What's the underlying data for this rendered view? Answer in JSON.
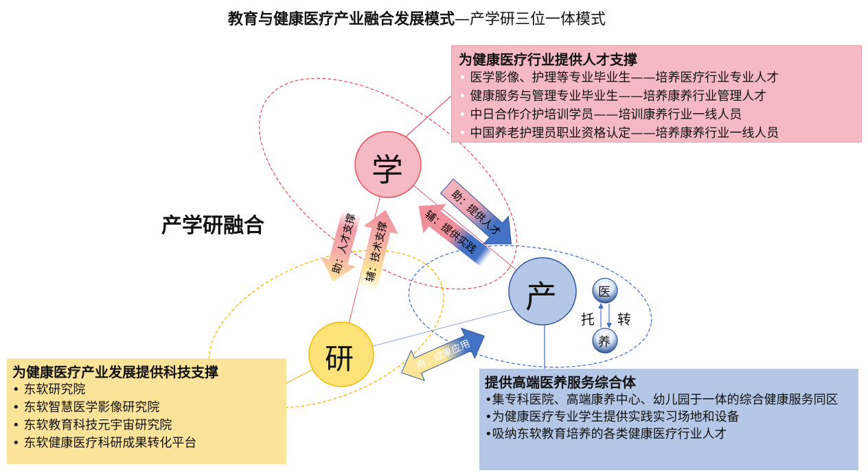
{
  "title": {
    "bold": "教育与健康医疗产业融合发展模式",
    "normal": "—产学研三位一体模式"
  },
  "center_label": "产学研融合",
  "nodes": {
    "xue": "学",
    "chan": "产",
    "yan": "研",
    "yi": "医",
    "yang": "养",
    "tuo": "托",
    "zhuan": "转"
  },
  "arrows": {
    "talent_support": "助：人才支撑",
    "tech_support": "辅：技术支撑",
    "provide_talent": "助：提供人才",
    "provide_practice": "辅：提供实践",
    "result_application": "用：成果应用"
  },
  "pink_box": {
    "heading": "为健康医疗行业提供人才支撑",
    "items": [
      "医学影像、护理等专业毕业生——培养医疗行业专业人才",
      "健康服务与管理专业毕业生——培养康养行业管理人才",
      "中日合作介护培训学员——培训康养行业一线人员",
      "中国养老护理员职业资格认定——培养康养行业一线人员"
    ]
  },
  "yellow_box": {
    "heading": "为健康医疗产业发展提供科技支撑",
    "items": [
      "东软研究院",
      "东软智慧医学影像研究院",
      "东软教育科技元宇宙研究院",
      "东软健康医疗科研成果转化平台"
    ]
  },
  "blue_box": {
    "heading": "提供高端医养服务综合体",
    "items": [
      "集专科医院、高端康养中心、幼儿园于一体的综合健康服务同区",
      "为健康医疗专业学生提供实践实习场地和设备",
      "吸纳东软教育培养的各类健康医疗行业人才"
    ]
  },
  "colors": {
    "pink": "#f4b9c2",
    "yellow": "#fbe39a",
    "blue": "#b4c7e7",
    "dark_blue": "#4472c4",
    "red": "#e8505b",
    "gold": "#f5b800"
  }
}
